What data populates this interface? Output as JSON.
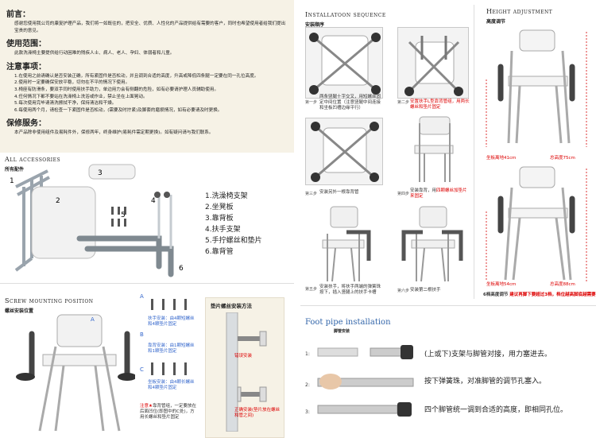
{
  "intro": {
    "preface_title": "前言：",
    "preface_text": "感谢您使用我公司的康复护理产品，我们将一如既往的，把安全、优质、人性化的产品提供给有需要的客户，同时也希望使用者给我们提出宝贵的意见。",
    "scope_title": "使用范围：",
    "scope_text": "此款洗澡椅主要提供给行动困难的残疾人士、病人、老人、孕妇、体弱者和儿童。",
    "notice_title": "注意事项：",
    "notice_items": [
      "1.在使用之前请确认是否安装正确，所有紧固件是否松动，并且调到合适的高度，升高或降低四条腿一定要在同一孔位高度。",
      "2.使用时一定要确保安放平稳，切勿在不平的情况下使用。",
      "3.椅座有防滑条，要双手同时使用扶手助力，单边用力会有侧翻的危险，如有必要请护理人员辅助使用。",
      "4.任何情况下都不要站在洗澡椅上洗浴或作业，禁止坐在上面晃动。",
      "5.每次使用完毕请清洗擦拭干净，保持清洁和干燥。",
      "6.每使用两个月，请检查一下紧固件是否松动，(需要及时拧紧)及脚套的磨损情况，如有必要请及时更换。"
    ],
    "service_title": "保修服务：",
    "service_text": "本产品除非使用组件及易耗件外，保修两年，终身维护(易耗件需定期更换)。如有疑问请与我们联系。"
  },
  "accessories": {
    "title": "All accessories",
    "subtitle": "所有配件",
    "callouts": [
      "1",
      "2",
      "3",
      "4",
      "5",
      "6"
    ],
    "list": [
      "1.洗澡椅支架",
      "2.坐凳板",
      "3.靠背板",
      "4.扶手支架",
      "5.手拧螺丝和垫片",
      "6.靠背管"
    ]
  },
  "installation": {
    "title": "Installatoon sequence",
    "subtitle": "安装顺序",
    "steps": [
      {
        "no": "第一步",
        "text": "两条竖腿十字交叉，用短螺丝固定中间位置（注意竖腿中间连接和坐板凹槽边缘平行）",
        "red": ""
      },
      {
        "no": "第二步",
        "text": "",
        "red": "安置扶手L型靠背管组，用两长螺丝和垫片固定"
      },
      {
        "no": "第三步",
        "text": "安装另外一根靠背管",
        "red": ""
      },
      {
        "no": "第四步",
        "text": "安装靠背，用",
        "red": "四颗螺丝加垫片来固定"
      },
      {
        "no": "第五步",
        "text": "安装扶手，将扶手两端的弹簧珠按下，插入竖腿上的扶手卡槽",
        "red": ""
      },
      {
        "no": "第六步",
        "text": "安装第二根扶手",
        "red": ""
      }
    ]
  },
  "height": {
    "title": "Height adjustment",
    "subtitle": "高度调节",
    "labels_top": [
      "坐板离地41cm",
      "总高度75cm"
    ],
    "labels_bottom": [
      "坐板离地54cm",
      "总高度88cm"
    ],
    "note_bold": "6档高度调节",
    "note_red": "建议再脚下要超过3档，档位越高脚底越需要"
  },
  "screw": {
    "title": "Screw mounting position",
    "subtitle": "螺丝安装位置",
    "marks": [
      "A",
      "B",
      "C"
    ],
    "text_a": "扶手安装：由4颗短螺丝和4颗垫片固定",
    "text_b": "靠背安装：由1颗短螺丝和1颗垫片固定",
    "text_c": "坐板安装：由4颗长螺丝和4颗垫片固定",
    "note_star": "注意★",
    "note_text": "靠背管组，一定要放在后面凹位(即图中的C处)，方用长螺丝和垫片固定"
  },
  "pad": {
    "title": "垫片螺丝安装方法",
    "cap1": "错误安装",
    "cap2": "正确安装(垫片放在螺丝和管之间)"
  },
  "footpipe": {
    "title": "Foot pipe installation",
    "subtitle": "脚管安装",
    "steps": [
      "1:",
      "2:",
      "3:"
    ],
    "texts": [
      "(上或下)支架与脚管对接，用力塞进去。",
      "按下弹簧珠，对准脚管的调节孔塞入。",
      "四个脚管统一调到合适的高度，即相同孔位。"
    ]
  }
}
